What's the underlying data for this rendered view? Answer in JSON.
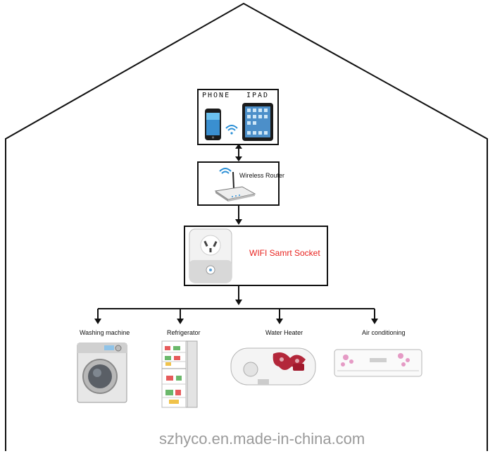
{
  "devices": {
    "phone_label": "PHONE",
    "ipad_label": "IPAD"
  },
  "router": {
    "label": "Wireless Router"
  },
  "socket": {
    "label": "WIFI Samrt Socket"
  },
  "appliances": [
    {
      "label": "Washing machine"
    },
    {
      "label": "Refrigerator"
    },
    {
      "label": "Water Heater"
    },
    {
      "label": "Air conditioning"
    }
  ],
  "watermark": "szhyco.en.made-in-china.com",
  "colors": {
    "outline": "#111111",
    "socket_text": "#e8231f",
    "wifi_blue": "#2a8fd6",
    "watermark": "#9a9a9a"
  }
}
